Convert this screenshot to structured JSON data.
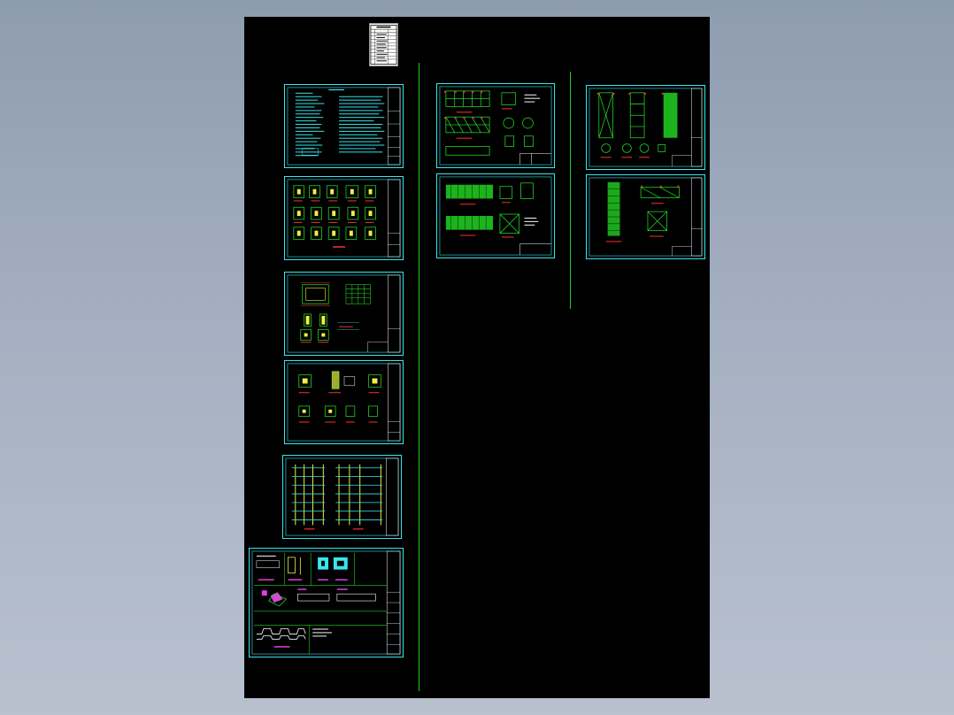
{
  "app": {
    "title": "",
    "background": "#000000"
  },
  "colors": {
    "frame": "#35e8ee",
    "lines": "#22d222",
    "annotation_red": "#ff3030",
    "highlight_yellow": "#f0f040",
    "text_cyan": "#35e8ee",
    "magenta": "#e040e0"
  },
  "sheets": [
    {
      "id": "drawing-index",
      "kind": "table"
    },
    {
      "id": "design-notes",
      "kind": "text"
    },
    {
      "id": "joint-details",
      "kind": "details"
    },
    {
      "id": "foundation-plan",
      "kind": "plan"
    },
    {
      "id": "column-sections",
      "kind": "details"
    },
    {
      "id": "frame-elevations",
      "kind": "elevation"
    },
    {
      "id": "roof-sheet-details",
      "kind": "mixed"
    },
    {
      "id": "truss-elevation-a",
      "kind": "truss"
    },
    {
      "id": "truss-plan-a",
      "kind": "truss"
    },
    {
      "id": "bracing-elevation",
      "kind": "truss"
    },
    {
      "id": "bracing-plan",
      "kind": "truss"
    }
  ]
}
